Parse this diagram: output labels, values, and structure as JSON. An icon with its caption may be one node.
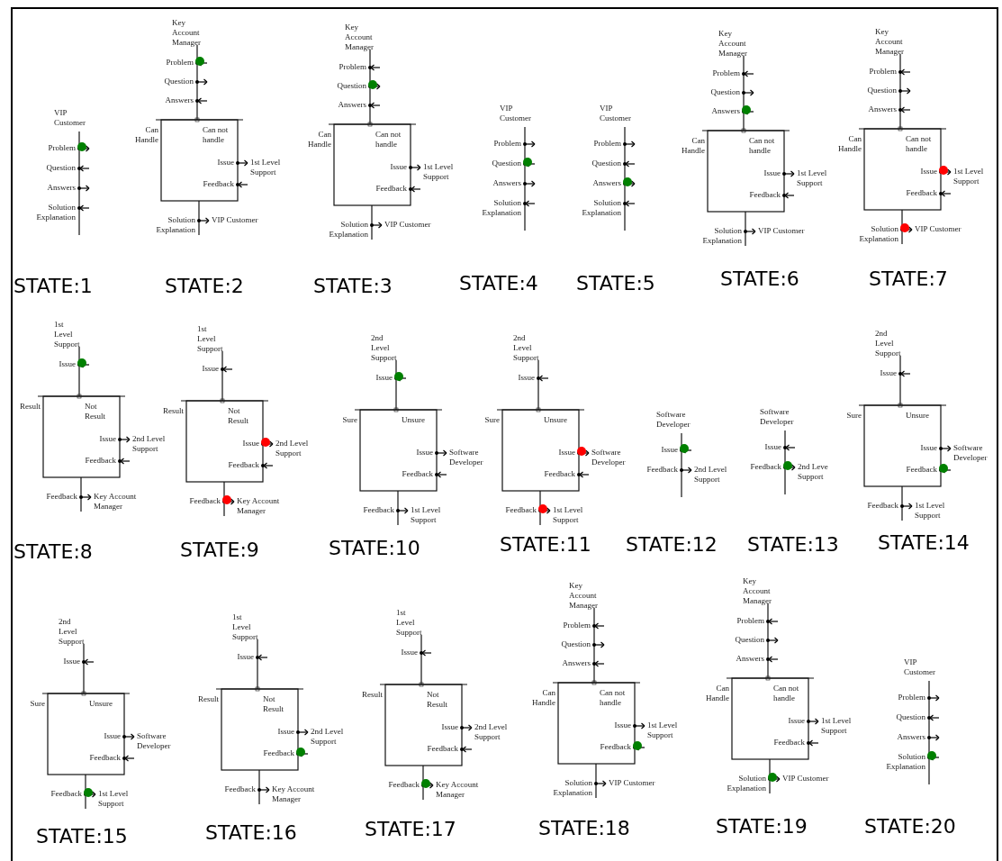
{
  "diagram": {
    "nodes": [
      {
        "text": [
          "VIP Customer",
          "Problem",
          "Question",
          "Answers",
          "Solution Explanation"
        ]
      },
      {
        "text": [
          "Key Account Manager",
          "Problem",
          "Question",
          "Answers",
          "Can Handle",
          "Can not handle",
          "Issue",
          "1st Level Support",
          "Feedback",
          "Solution Explanation",
          "VIP Customer"
        ]
      },
      {
        "text": [
          "Key Account Manager",
          "Problem",
          "Question",
          "Answers",
          "Can Handle",
          "Can not handle",
          "Issue",
          "1st Level Support",
          "Feedback",
          "Solution Explanation",
          "VIP Customer"
        ]
      },
      {
        "text": [
          "VIP Customer",
          "Problem",
          "Question",
          "Answers",
          "Solution Explanation"
        ]
      },
      {
        "text": [
          "VIP Customer",
          "Problem",
          "Question",
          "Answers",
          "Solution Explanation"
        ]
      },
      {
        "text": [
          "Key Account Manager",
          "Problem",
          "Question",
          "Answers",
          "Can Handle",
          "Can not handle",
          "Issue",
          "1st Level Support",
          "Feedback",
          "Solution Explanation",
          "VIP Customer"
        ]
      },
      {
        "text": [
          "Key Account Manager",
          "Problem",
          "Question",
          "Answers",
          "Can Handle",
          "Can not handle",
          "Issue",
          "1st Level Support",
          "Feedback",
          "Solution Explanation",
          "VIP Customer"
        ]
      },
      {
        "text": [
          "1st Level Support",
          "Issue",
          "Result",
          "Not Result",
          "Issue",
          "2nd Level Support",
          "Feedback",
          "Feedback",
          "Key Account Manager"
        ]
      },
      {
        "text": [
          "1st Level Support",
          "Issue",
          "Result",
          "Not Result",
          "Issue",
          "2nd Level Support",
          "Feedback",
          "Feedback",
          "Key Account Manager"
        ]
      },
      {
        "text": [
          "2nd Level Support",
          "Issue",
          "Sure",
          "Unsure",
          "Issue",
          "Software Developer",
          "Feedback",
          "Feedback",
          "1st Level Support"
        ]
      },
      {
        "text": [
          "2nd Level Support",
          "Issue",
          "Sure",
          "Unsure",
          "Issue",
          "Software Developer",
          "Feedback",
          "Feedback",
          "1st Level Support"
        ]
      },
      {
        "text": [
          "Software Developer",
          "Issue",
          "Feedback",
          "2nd Level Support"
        ]
      },
      {
        "text": [
          "Software Developer",
          "Issue",
          "Feedback",
          "2nd Leve Support"
        ]
      },
      {
        "text": [
          "2nd Level Support",
          "Issue",
          "Sure",
          "Unsure",
          "Issue",
          "Software Developer",
          "Feedback",
          "Feedback",
          "1st Level Support"
        ]
      },
      {
        "text": [
          "2nd Level Support",
          "Issue",
          "Sure",
          "Unsure",
          "Issue",
          "Software Developer",
          "Feedback",
          "Feedback",
          "1st Level Support"
        ]
      },
      {
        "text": [
          "1st Level Support",
          "Issue",
          "Result",
          "Not Result",
          "Issue",
          "2nd Level Support",
          "Feedback",
          "Feedback",
          "Key Account Manager"
        ]
      },
      {
        "text": [
          "1st Level Support",
          "Issue",
          "Result",
          "Not Result",
          "Issue",
          "2nd Level Support",
          "Feedback",
          "Feedback",
          "Key Account Manager"
        ]
      },
      {
        "text": [
          "Key Account Manager",
          "Problem",
          "Question",
          "Answers",
          "Can Handle",
          "Can not handle",
          "Issue",
          "1st Level Support",
          "Feedback",
          "Solution Explanation",
          "VIP Customer"
        ]
      },
      {
        "text": [
          "Key Account Manager",
          "Problem",
          "Question",
          "Answers",
          "Can Handle",
          "Can not handle",
          "Issue",
          "1st Level Support",
          "Feedback",
          "Solution Explanation",
          "VIP Customer"
        ]
      },
      {
        "text": [
          "VIP Customer",
          "Problem",
          "Question",
          "Answers",
          "Solution Explanation"
        ]
      }
    ],
    "labels": [
      "STATE:1",
      "STATE:2",
      "STATE:3",
      "STATE:4",
      "STATE:5",
      "STATE:6",
      "STATE:7",
      "STATE:8",
      "STATE:9",
      "STATE:10",
      "STATE:11",
      "STATE:12",
      "STATE:13",
      "STATE:14",
      "STATE:15",
      "STATE:16",
      "STATE:17",
      "STATE:18",
      "STATE:19",
      "STATE:20"
    ]
  }
}
